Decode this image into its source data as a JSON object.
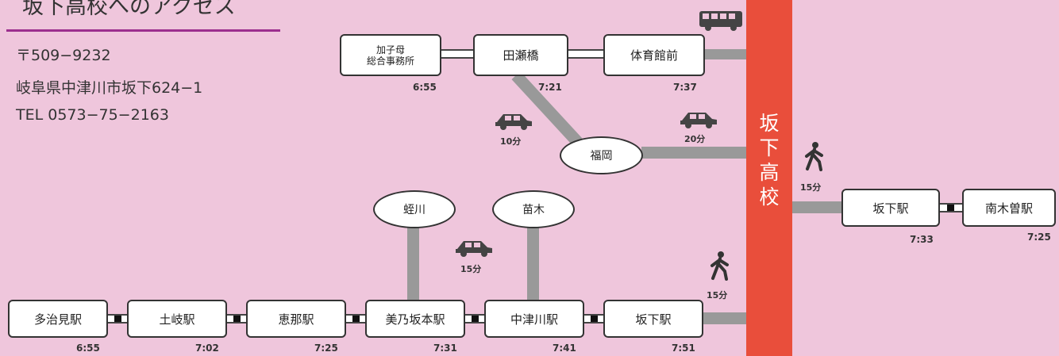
{
  "header": {
    "title": "坂下高校へのアクセス",
    "postal": "〒509−9232",
    "address": "岐阜県中津川市坂下624−1",
    "tel": "TEL 0573−75−2163"
  },
  "school": {
    "label_chars": [
      "坂",
      "下",
      "高",
      "校"
    ]
  },
  "bus_route": {
    "stops": [
      {
        "name_line1": "加子母",
        "name_line2": "総合事務所",
        "time": "6:55"
      },
      {
        "name": "田瀬橋",
        "time": "7:21"
      },
      {
        "name": "体育館前",
        "time": "7:37"
      }
    ],
    "fukuoka": "福岡",
    "car_to_fukuoka": "10分",
    "car_to_school": "20分"
  },
  "rail_route": {
    "stations": [
      {
        "name": "多治見駅",
        "time": "6:55"
      },
      {
        "name": "土岐駅",
        "time": "7:02"
      },
      {
        "name": "恵那駅",
        "time": "7:25"
      },
      {
        "name": "美乃坂本駅",
        "time": "7:31"
      },
      {
        "name": "中津川駅",
        "time": "7:41"
      },
      {
        "name": "坂下駅",
        "time": "7:51"
      }
    ],
    "hirukawa": "蛭川",
    "naegi": "苗木",
    "car_between": "15分",
    "walk_to_school": "15分"
  },
  "east_route": {
    "stations": [
      {
        "name": "坂下駅",
        "time": "7:33"
      },
      {
        "name": "南木曽駅",
        "time": "7:25"
      }
    ],
    "walk_to_school": "15分"
  },
  "icons": [
    "bus-icon",
    "car-icon",
    "walking-person-icon"
  ],
  "colors": {
    "background": "#efc6dc",
    "school_bar": "#e94e3b",
    "title_rule": "#9c2f8e",
    "road": "#999999"
  }
}
